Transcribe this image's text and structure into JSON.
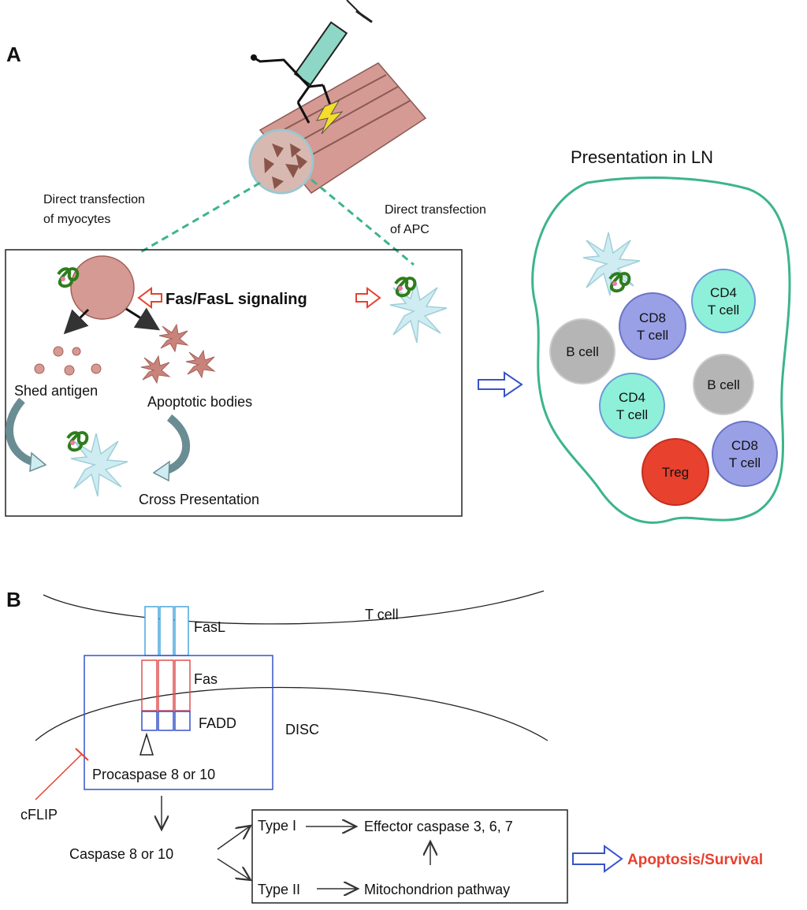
{
  "panelA": {
    "letter": "A",
    "label_myocytes_1": "Direct transfection",
    "label_myocytes_2": "of myocytes",
    "label_apc_1": "Direct transfection",
    "label_apc_2": "of APC",
    "fas_signaling": "Fas/FasL signaling",
    "shed_antigen": "Shed antigen",
    "apoptotic_bodies": "Apoptotic bodies",
    "cross_presentation": "Cross Presentation",
    "ln_title": "Presentation in LN",
    "cells": {
      "cd4_a_1": "CD4",
      "cd4_a_2": "T cell",
      "cd8_a_1": "CD8",
      "cd8_a_2": "T cell",
      "bcell_a": "B cell",
      "bcell_b": "B cell",
      "cd4_b_1": "CD4",
      "cd4_b_2": "T cell",
      "treg": "Treg",
      "cd8_b_1": "CD8",
      "cd8_b_2": "T cell"
    }
  },
  "panelB": {
    "letter": "B",
    "fasl": "FasL",
    "t_cell": "T cell",
    "fas": "Fas",
    "fadd": "FADD",
    "disc": "DISC",
    "procaspase": "Procaspase 8 or 10",
    "cflip": "cFLIP",
    "caspase": "Caspase 8 or 10",
    "type1": "Type I",
    "type2": "Type II",
    "effector": "Effector caspase 3, 6, 7",
    "mito": "Mitochondrion pathway",
    "outcome": "Apoptosis/Survival"
  },
  "colors": {
    "muscle": "#d59a93",
    "apc": "#cfecf2",
    "cd4": "#8ef0d8",
    "cd8": "#9aa0e6",
    "bcell": "#b5b5b5",
    "treg": "#e8412e",
    "ln_outline": "#3cb58a",
    "outcome": "#e8412e"
  }
}
